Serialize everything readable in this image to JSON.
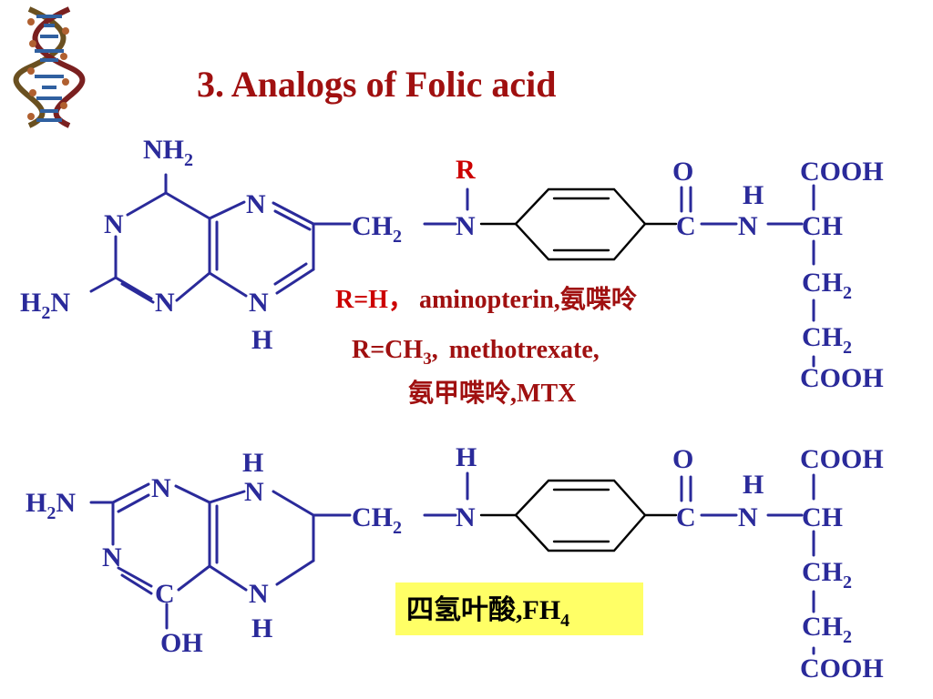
{
  "title": "3. Analogs of  Folic acid",
  "colors": {
    "title": "#a01010",
    "structure": "#2a2a9a",
    "substituent": "#cc0000",
    "highlight": "#ffff66",
    "bond_black": "#000000"
  },
  "structure1": {
    "r_group": "R",
    "aminopterin_caption": {
      "r": "R=H",
      "sep": "，",
      "name": "aminopterin,",
      "cn": "氨喋呤"
    },
    "methotrexate_caption": {
      "r": "R=CH",
      "r_sub": "3",
      "sep": ",",
      "name": "methotrexate,",
      "cn": "氨甲喋呤",
      "abbr": ",MTX"
    }
  },
  "structure2": {
    "caption": {
      "cn": "四氢叶酸",
      "abbr": ",FH",
      "abbr_sub": "4"
    }
  },
  "atoms": {
    "NH": "NH",
    "two": "2",
    "N": "N",
    "H": "H",
    "H2N_H": "H",
    "H2N_N": "N",
    "CH": "CH",
    "C": "C",
    "O": "O",
    "COOH": "COOH",
    "OH": "OH"
  },
  "icons": {
    "decoration": "dna-helix-icon"
  }
}
